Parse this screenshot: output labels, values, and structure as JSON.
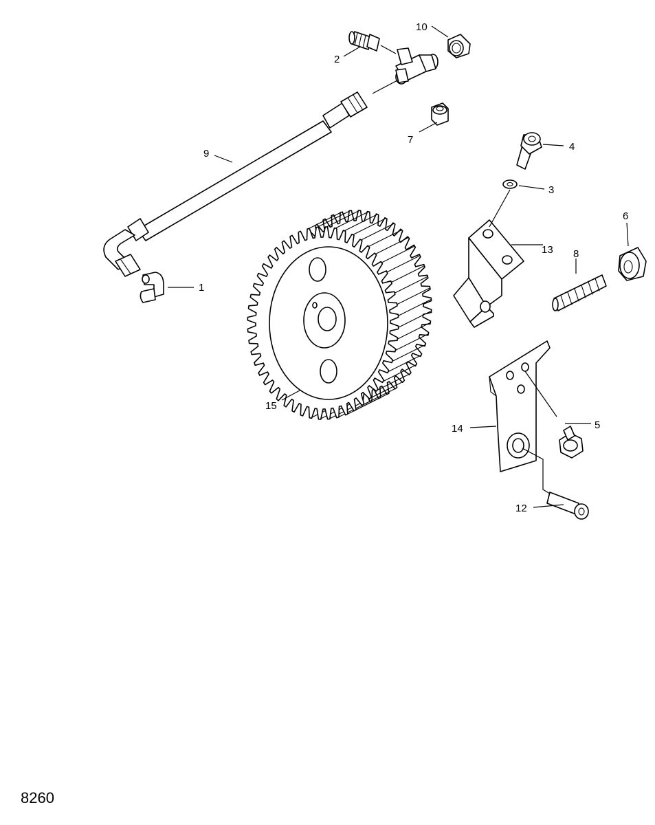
{
  "figure_number": "8260",
  "callouts": {
    "p1": "1",
    "p2": "2",
    "p3": "3",
    "p4": "4",
    "p5": "5",
    "p6": "6",
    "p7": "7",
    "p8": "8",
    "p9": "9",
    "p10": "10",
    "p12": "12",
    "p13": "13",
    "p14": "14",
    "p15": "15"
  },
  "colors": {
    "line": "#000000",
    "background": "#ffffff"
  }
}
